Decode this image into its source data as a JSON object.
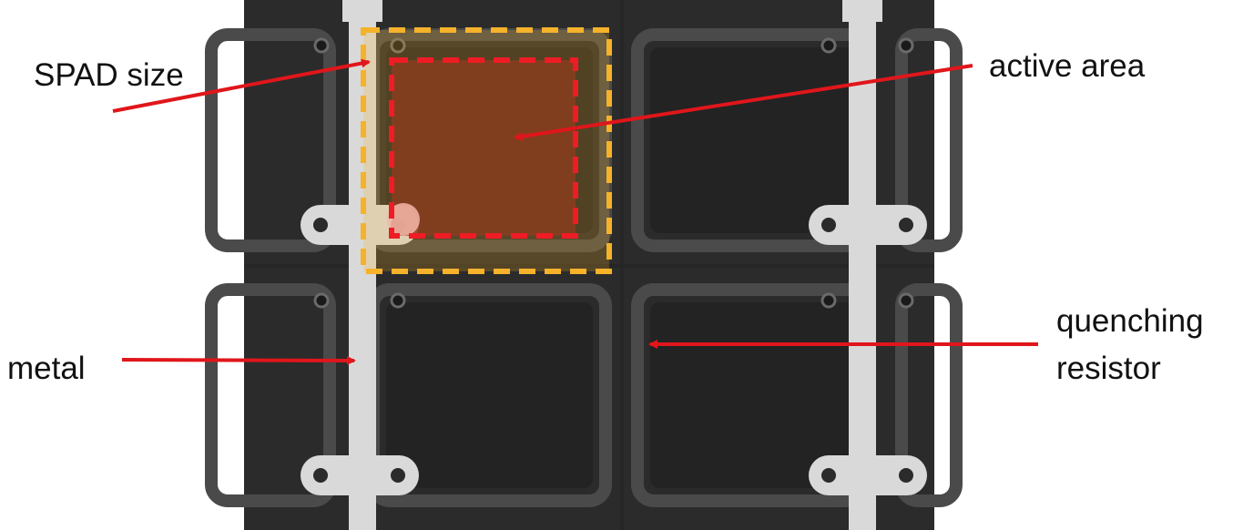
{
  "labels": {
    "spad_size": "SPAD size",
    "active_area": "active area",
    "metal": "metal",
    "quenching_line1": "quenching",
    "quenching_line2": "resistor"
  },
  "colors": {
    "background": "#ffffff",
    "substrate": "#2b2b2b",
    "metal": "#d9d9d9",
    "resistor_ring": "#4a4a4a",
    "arrow": "#e0161b",
    "spad_box": "#f5b22a",
    "active_box": "#ee1c25",
    "active_fill": "#8a3d1f"
  }
}
